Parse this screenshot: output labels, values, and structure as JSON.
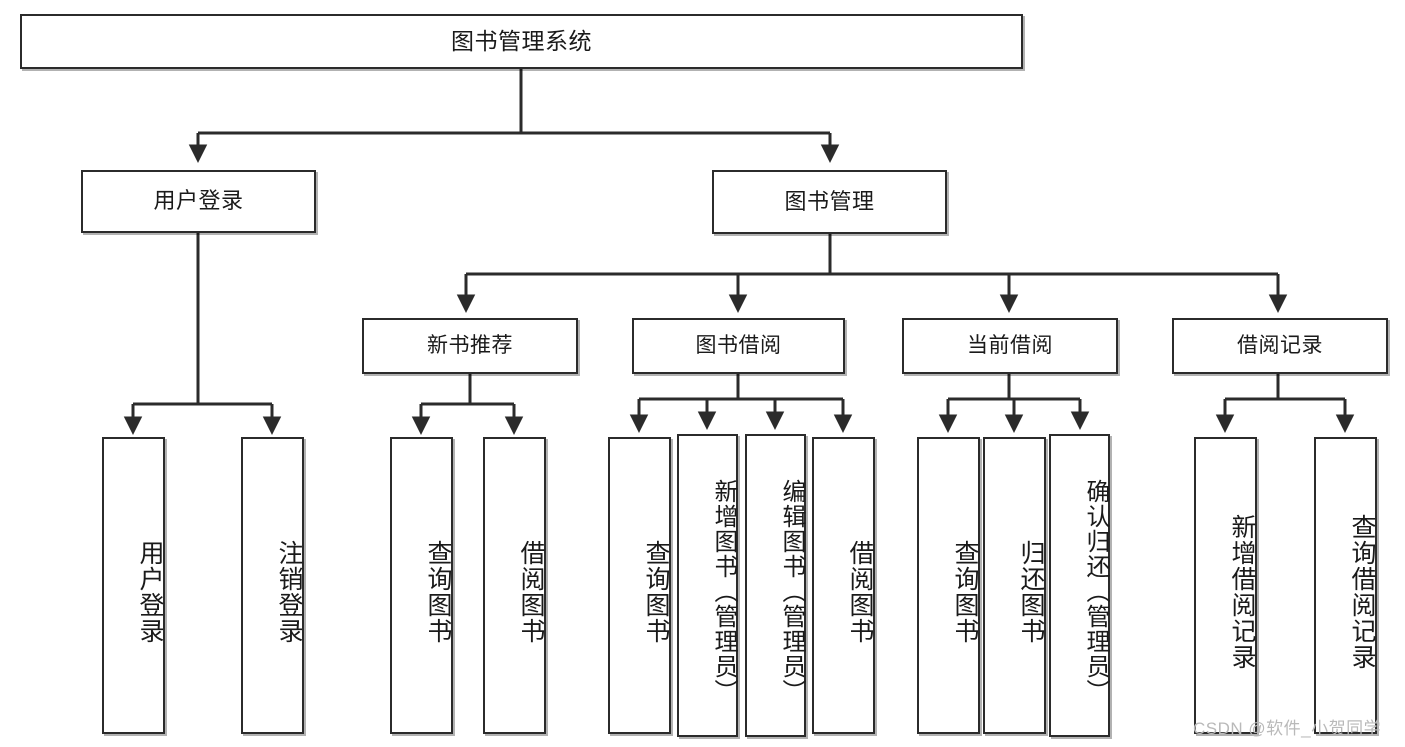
{
  "diagram": {
    "type": "tree",
    "title": "图书管理系统",
    "style": {
      "box_border": "#2b2b2b",
      "box_fill": "#ffffff",
      "edge_color": "#2b2b2b",
      "text_color": "#1a1a1a",
      "background": "#ffffff",
      "watermark_color": "#b9b9b9"
    },
    "watermark": "CSDN @软件_小贺同学",
    "root": {
      "id": "root",
      "label": "图书管理系统",
      "level": 0
    },
    "level1": [
      {
        "id": "user-login",
        "label": "用户登录"
      },
      {
        "id": "book-manage",
        "label": "图书管理"
      }
    ],
    "level2": [
      {
        "id": "new-book-recommend",
        "label": "新书推荐",
        "parent": "book-manage"
      },
      {
        "id": "book-borrow",
        "label": "图书借阅",
        "parent": "book-manage"
      },
      {
        "id": "current-borrow",
        "label": "当前借阅",
        "parent": "book-manage"
      },
      {
        "id": "borrow-record",
        "label": "借阅记录",
        "parent": "book-manage"
      }
    ],
    "leaves": [
      {
        "id": "leaf-user-login",
        "label": "用户登录",
        "parent": "user-login"
      },
      {
        "id": "leaf-logout",
        "label": "注销登录",
        "parent": "user-login"
      },
      {
        "id": "leaf-query-book-1",
        "label": "查询图书",
        "parent": "new-book-recommend"
      },
      {
        "id": "leaf-borrow-book-1",
        "label": "借阅图书",
        "parent": "new-book-recommend"
      },
      {
        "id": "leaf-query-book-2",
        "label": "查询图书",
        "parent": "book-borrow"
      },
      {
        "id": "leaf-add-book",
        "label": "新增图书（管理员）",
        "parent": "book-borrow"
      },
      {
        "id": "leaf-edit-book",
        "label": "编辑图书（管理员）",
        "parent": "book-borrow"
      },
      {
        "id": "leaf-borrow-book-2",
        "label": "借阅图书",
        "parent": "book-borrow"
      },
      {
        "id": "leaf-query-book-3",
        "label": "查询图书",
        "parent": "current-borrow"
      },
      {
        "id": "leaf-return-book",
        "label": "归还图书",
        "parent": "current-borrow"
      },
      {
        "id": "leaf-confirm-return",
        "label": "确认归还（管理员）",
        "parent": "current-borrow"
      },
      {
        "id": "leaf-add-record",
        "label": "新增借阅记录",
        "parent": "borrow-record"
      },
      {
        "id": "leaf-query-record",
        "label": "查询借阅记录",
        "parent": "borrow-record"
      }
    ]
  }
}
